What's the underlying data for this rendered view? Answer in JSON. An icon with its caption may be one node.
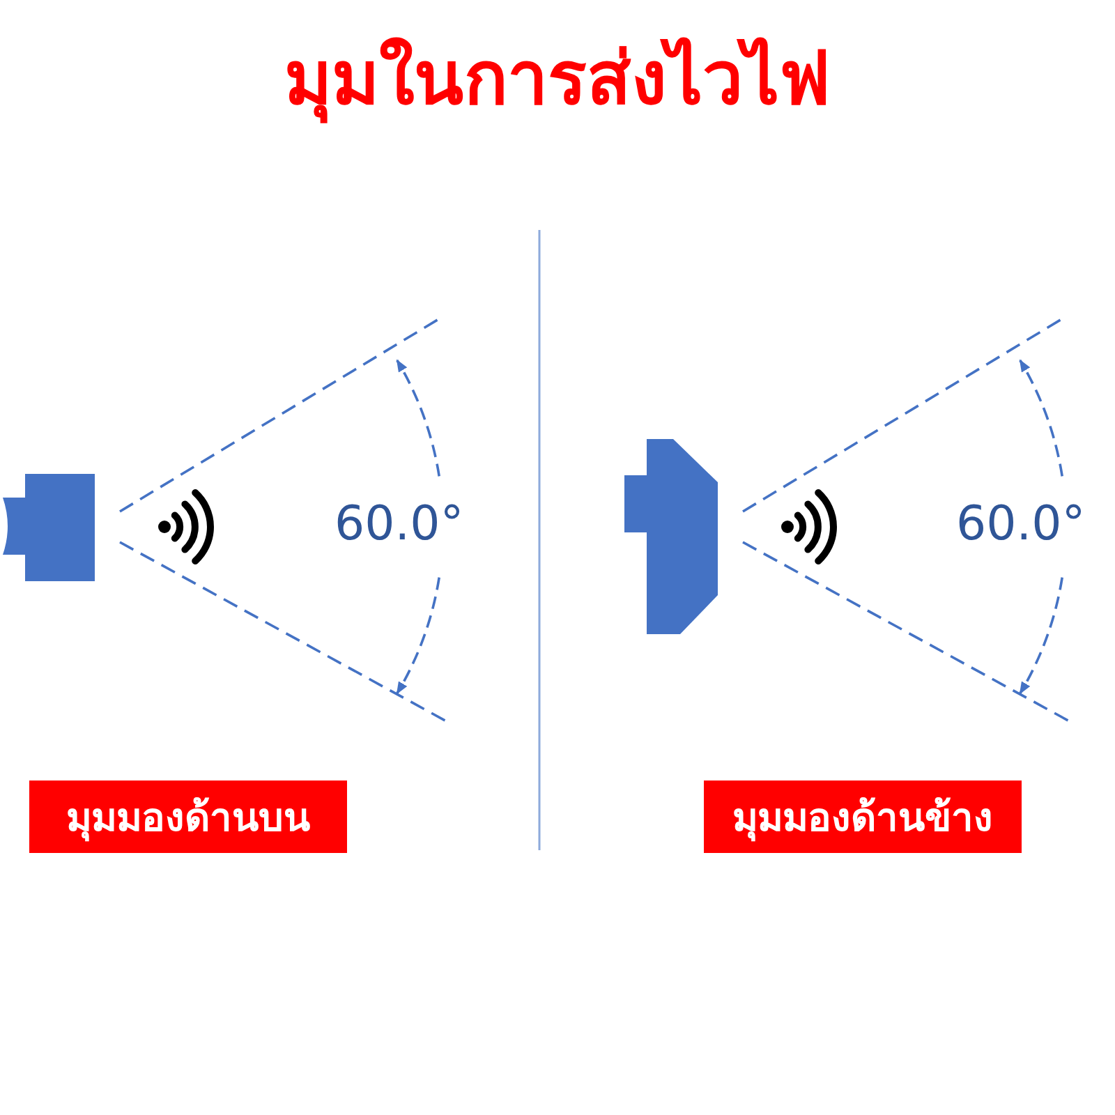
{
  "diagram": {
    "title": "มุมในการส่งไวไฟ",
    "nodes": [
      {
        "text": [
          "มุมมองด้านบน"
        ]
      },
      {
        "text": [
          "มุมมองด้านข้าง"
        ]
      }
    ],
    "labels": [
      "60.0°",
      "60.0°"
    ]
  }
}
